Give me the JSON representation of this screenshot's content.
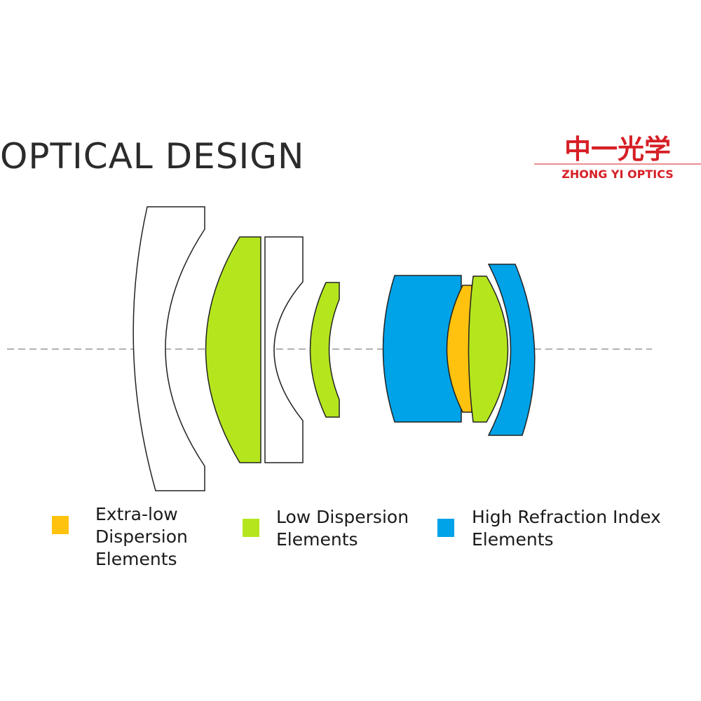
{
  "title": "OPTICAL DESIGN",
  "brand": {
    "name_cn": "中一光学",
    "name_en": "ZHONG YI OPTICS",
    "color": "#d61f26"
  },
  "colors": {
    "extra_low_dispersion": "#ffc20e",
    "low_dispersion": "#b5e61d",
    "high_refraction": "#00a2e8",
    "outline": "#222222",
    "axis": "#999999"
  },
  "legend": [
    {
      "lines": [
        "Extra-low",
        "Dispersion",
        "Elements"
      ],
      "color": "#ffc20e"
    },
    {
      "lines": [
        "Low Dispersion",
        "Elements"
      ],
      "color": "#b5e61d"
    },
    {
      "lines": [
        "High Refraction Index",
        "Elements"
      ],
      "color": "#00a2e8"
    }
  ]
}
